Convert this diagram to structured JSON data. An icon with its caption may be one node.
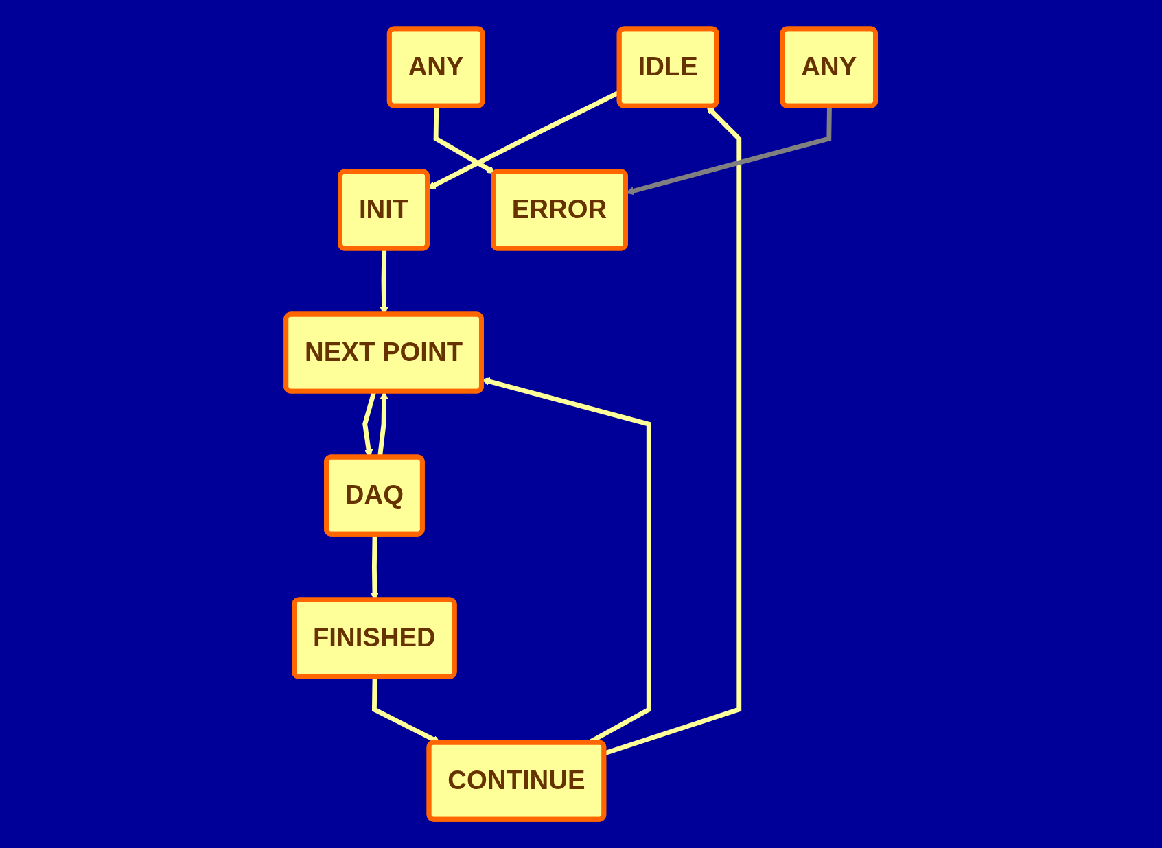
{
  "diagram": {
    "nodes": [
      {
        "text": [
          "IDLE"
        ]
      },
      {
        "text": [
          "INIT"
        ]
      },
      {
        "text": [
          "NEXT POINT"
        ]
      },
      {
        "text": [
          "DAQ"
        ]
      },
      {
        "text": [
          "FINISHED"
        ]
      },
      {
        "text": [
          "CONTINUE"
        ]
      },
      {
        "text": [
          "ERROR"
        ]
      },
      {
        "text": [
          "ANY"
        ]
      },
      {
        "text": [
          "ANY"
        ]
      }
    ],
    "edges": [
      {
        "from": 0,
        "to": 1,
        "arrow": "to"
      },
      {
        "from": 1,
        "to": 2,
        "arrow": "to"
      },
      {
        "from": 2,
        "to": 3,
        "arrow": "to"
      },
      {
        "from": 3,
        "to": 2,
        "arrow": "to"
      },
      {
        "from": 3,
        "to": 4,
        "arrow": "to"
      },
      {
        "from": 4,
        "to": 5,
        "arrow": "to"
      },
      {
        "from": 5,
        "to": 0,
        "arrow": "to"
      },
      {
        "from": 5,
        "to": 2,
        "arrow": "to"
      },
      {
        "from": 7,
        "to": 6,
        "arrow": "to"
      },
      {
        "from": 8,
        "to": 6,
        "arrow": "to",
        "color": "#808080"
      }
    ]
  }
}
